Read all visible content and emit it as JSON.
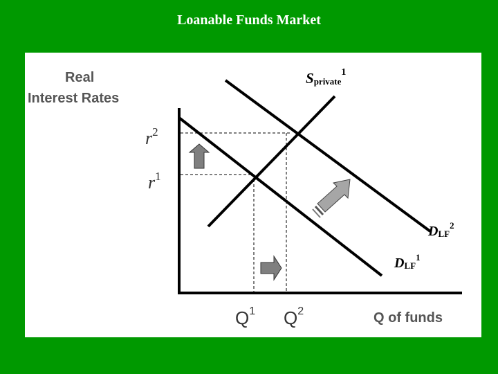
{
  "slide": {
    "title": "Loanable Funds Market"
  },
  "diagram": {
    "y_axis_label_line1": "Real",
    "y_axis_label_line2": "Interest Rates",
    "x_axis_label": "Q of funds",
    "supply_label": {
      "main": "S",
      "sub": "private",
      "sup": "1"
    },
    "demand_labels": [
      {
        "main": "D",
        "sub": "LF",
        "sup": "2"
      },
      {
        "main": "D",
        "sub": "LF",
        "sup": "1"
      }
    ],
    "rate_labels": [
      {
        "main": "r",
        "sup": "2"
      },
      {
        "main": "r",
        "sup": "1"
      }
    ],
    "quantity_labels": [
      {
        "main": "Q",
        "sup": "1"
      },
      {
        "main": "Q",
        "sup": "2"
      }
    ],
    "colors": {
      "background": "#009900",
      "panel": "#ffffff",
      "lines": "#000000",
      "arrows": "#7f7f7f"
    },
    "arrows": [
      "up-arrow-icon",
      "right-arrow-icon",
      "diagonal-shift-arrow-icon"
    ]
  }
}
